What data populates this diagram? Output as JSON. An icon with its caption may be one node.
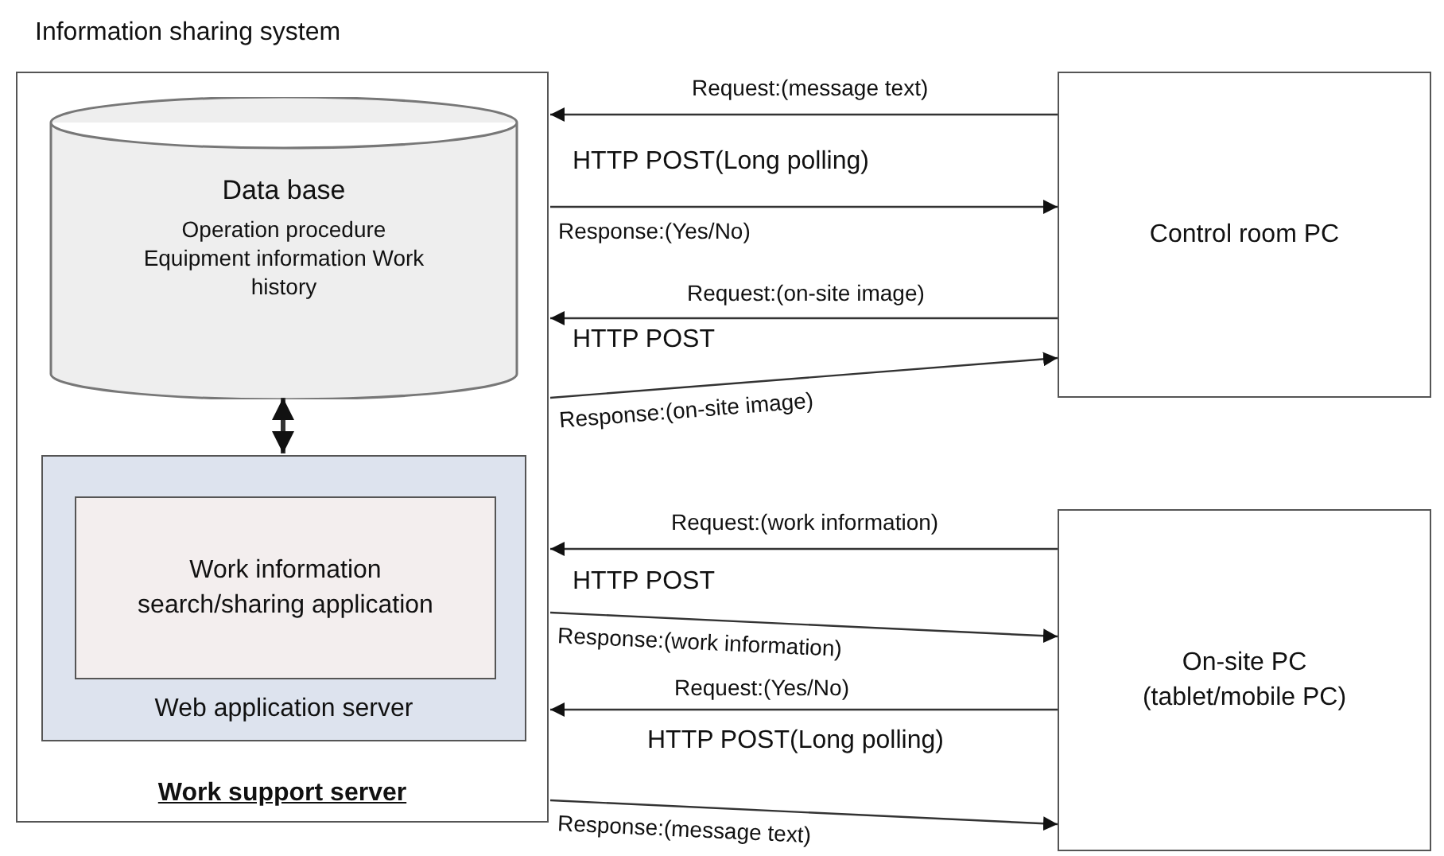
{
  "diagram": {
    "title": "Information sharing system",
    "nodes": [
      {
        "text": [
          "Work support server"
        ]
      },
      {
        "text": [
          "Data base",
          "Operation procedure Equipment information Work history"
        ],
        "in": 0
      },
      {
        "text": [
          "Web application server"
        ],
        "in": 0
      },
      {
        "text": [
          "Work information search/sharing application"
        ],
        "in": 2
      },
      {
        "text": [
          "Control room PC"
        ]
      },
      {
        "text": [
          "On-site PC (tablet/mobile PC)"
        ]
      }
    ],
    "edges": [
      {
        "from": 1,
        "to": 2,
        "arrow": "both",
        "style": "thick"
      },
      {
        "from": 4,
        "to": 0,
        "arrow": "to",
        "label": "Request:(message text)"
      },
      {
        "from": 0,
        "to": 4,
        "arrow": "to",
        "label": "Response:(Yes/No)"
      },
      {
        "from": 4,
        "to": 0,
        "arrow": "to",
        "label": "Request:(on-site image)"
      },
      {
        "from": 0,
        "to": 4,
        "arrow": "to",
        "label": "Response:(on-site image)"
      },
      {
        "from": 5,
        "to": 0,
        "arrow": "to",
        "label": "Request:(work information)"
      },
      {
        "from": 0,
        "to": 5,
        "arrow": "to",
        "label": "Response:(work information)"
      },
      {
        "from": 5,
        "to": 0,
        "arrow": "to",
        "label": "Request:(Yes/No)"
      },
      {
        "from": 0,
        "to": 5,
        "arrow": "to",
        "label": "Response:(message text)"
      }
    ],
    "labels": [
      "HTTP POST(Long polling)",
      "HTTP POST",
      "HTTP POST",
      "HTTP POST(Long polling)"
    ]
  }
}
